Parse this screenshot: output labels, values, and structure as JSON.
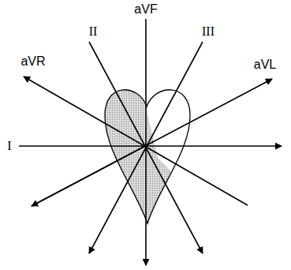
{
  "diagram": {
    "labels": [
      "aVF",
      "II",
      "III",
      "aVR",
      "aVL",
      "I"
    ]
  }
}
